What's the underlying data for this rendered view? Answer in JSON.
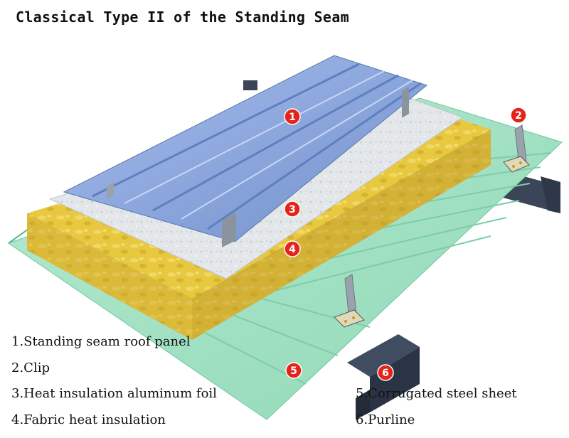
{
  "title": "Classical Type II of the Standing Seam",
  "markers": [
    "1",
    "2",
    "3",
    "4",
    "5",
    "6"
  ],
  "legend": [
    "1.Standing seam roof panel",
    "2.Clip",
    "3.Heat insulation aluminum foil",
    "4.Fabric heat insulation",
    "5.Corrugated steel sheet",
    "6.Purline"
  ],
  "colors": {
    "roof_panel": "#8aa6d8",
    "foil": "#e3e6ea",
    "insulation": "#e6c53c",
    "steel_sheet": "#a6e2c6",
    "purlin": "#3e4a5e",
    "marker": "#e4241b"
  }
}
